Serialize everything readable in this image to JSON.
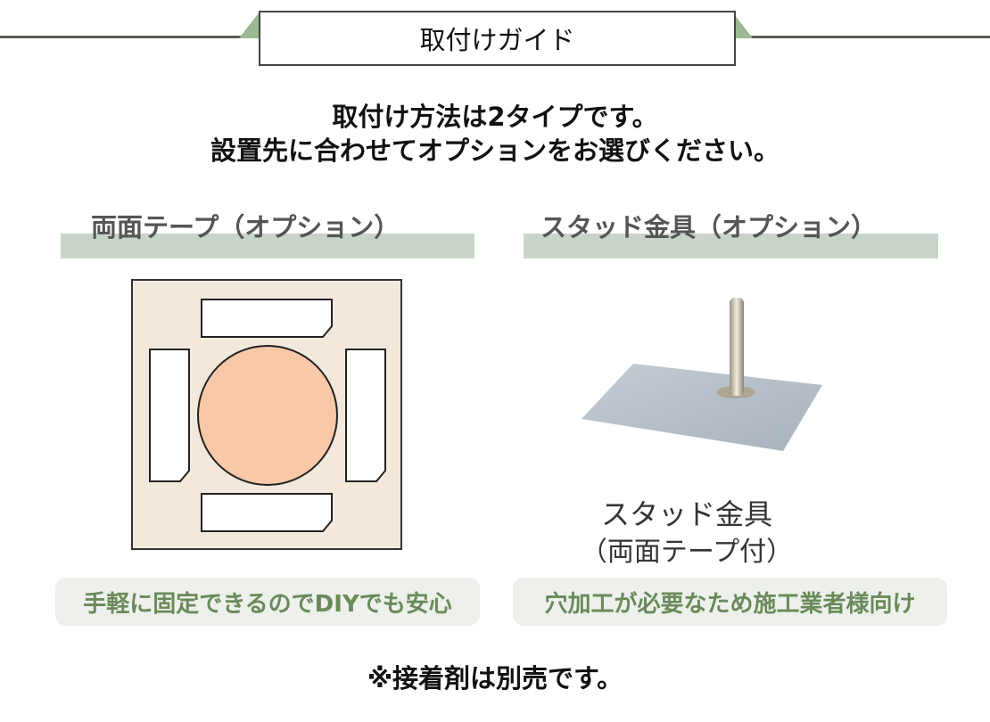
{
  "header": {
    "title": "取付けガイド"
  },
  "intro": {
    "line1": "取付け方法は2タイプです。",
    "line2": "設置先に合わせてオプションをお選びください。"
  },
  "options": [
    {
      "heading": "両面テープ（オプション）",
      "note": "手軽に固定できるのでDIYでも安心"
    },
    {
      "heading": "スタッド金具（オプション）",
      "caption_line1": "スタッド金具",
      "caption_line2": "（両面テープ付）",
      "note": "穴加工が必要なため施工業者様向け"
    }
  ],
  "footer": {
    "note": "※接着剤は別売です。"
  },
  "colors": {
    "accent_green": "#9cb894",
    "band": "#c8d4c8",
    "note_text": "#6a8a5a"
  }
}
